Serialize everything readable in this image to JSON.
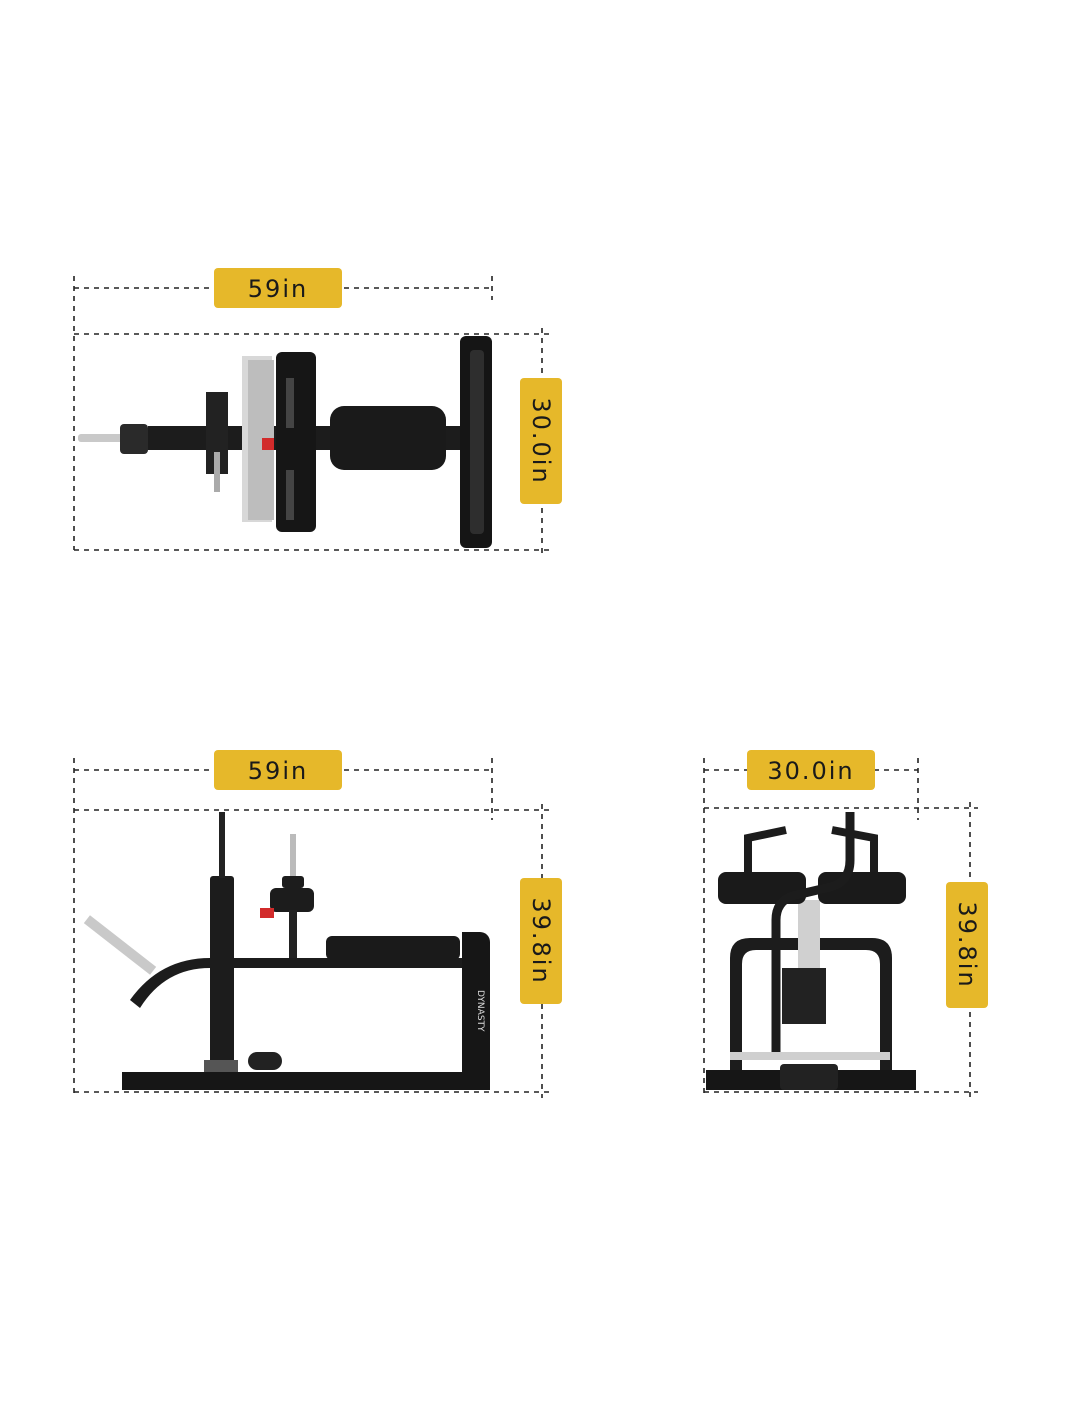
{
  "views": {
    "top": {
      "width_label": "59in",
      "depth_label": "30.0in"
    },
    "side": {
      "width_label": "59in",
      "height_label": "39.8in",
      "brand_text": "DYNASTY"
    },
    "front": {
      "width_label": "30.0in",
      "height_label": "39.8in"
    }
  },
  "colors": {
    "label_fill": "#e6b82a",
    "machine": "#1c1c1c",
    "chrome": "#c9c9c9",
    "accent_red": "#d22b2b"
  }
}
